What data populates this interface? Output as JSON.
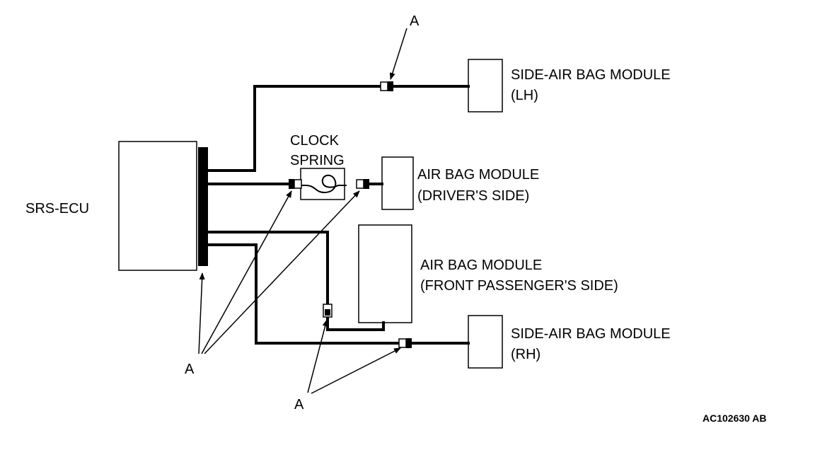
{
  "labels": {
    "srs_ecu": "SRS-ECU",
    "clock_spring_line1": "CLOCK",
    "clock_spring_line2": "SPRING",
    "side_lh_line1": "SIDE-AIR BAG MODULE",
    "side_lh_line2": "(LH)",
    "driver_line1": "AIR BAG MODULE",
    "driver_line2": "(DRIVER'S SIDE)",
    "passenger_line1": "AIR BAG MODULE",
    "passenger_line2": "(FRONT PASSENGER'S SIDE)",
    "side_rh_line1": "SIDE-AIR BAG MODULE",
    "side_rh_line2": "(RH)",
    "connector_a": "A",
    "figure_code": "AC102630 AB"
  }
}
